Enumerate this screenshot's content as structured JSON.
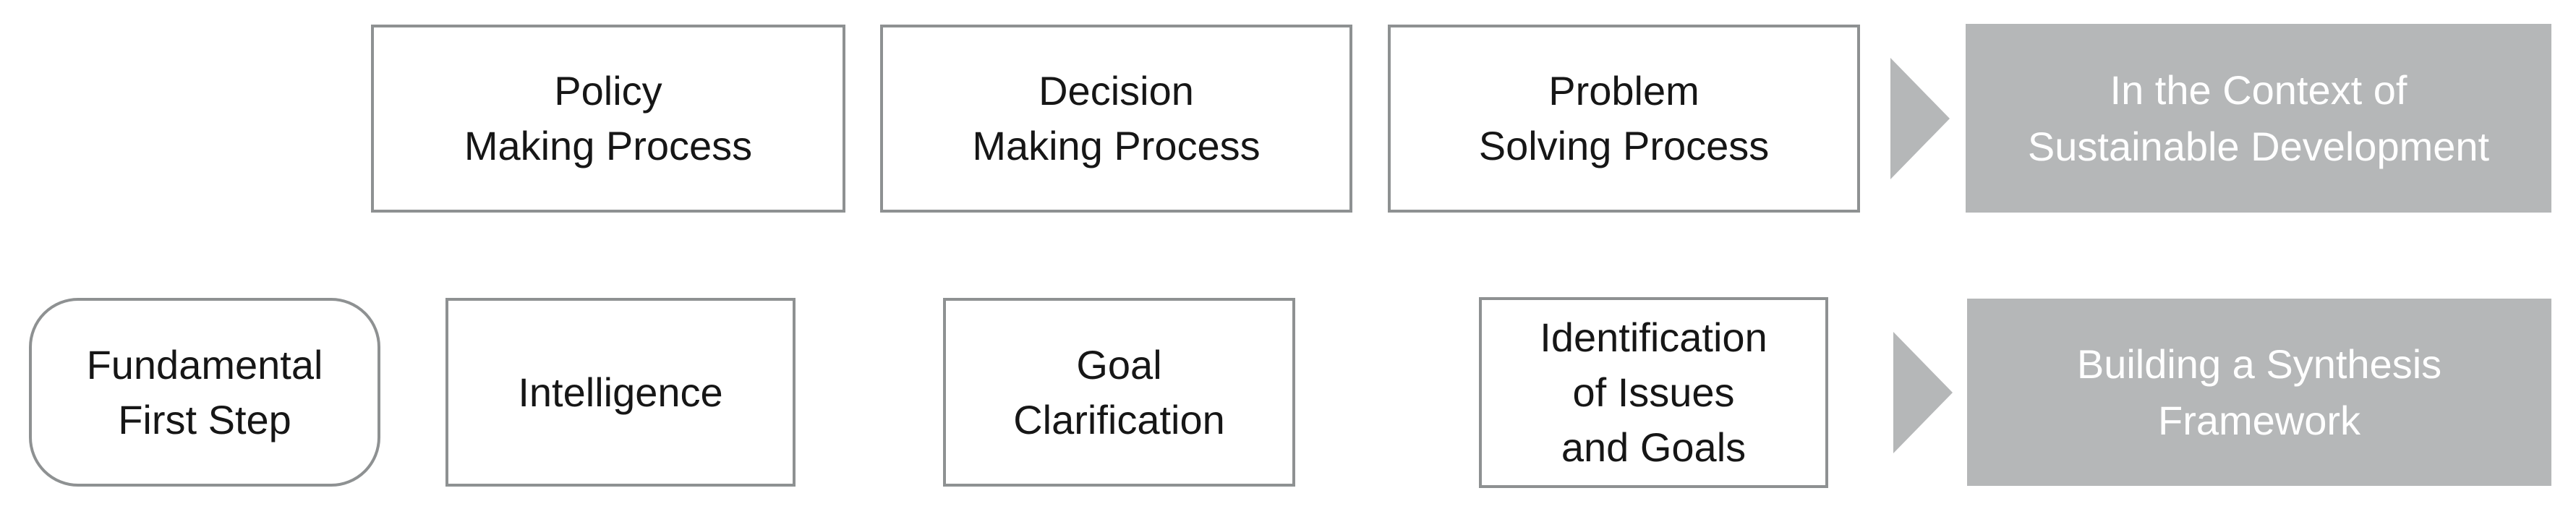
{
  "rows": [
    {
      "name": "process-row",
      "boxes": [
        {
          "label": "Policy\nMaking Process"
        },
        {
          "label": "Decision\nMaking Process"
        },
        {
          "label": "Problem\nSolving Process"
        }
      ],
      "arrow_icon": "arrow-right-icon",
      "result": {
        "label": "In the Context of\nSustainable Development"
      }
    },
    {
      "name": "first-step-row",
      "lead": {
        "label": "Fundamental\nFirst Step"
      },
      "boxes": [
        {
          "label": "Intelligence"
        },
        {
          "label": "Goal\nClarification"
        },
        {
          "label": "Identification\nof Issues\nand Goals"
        }
      ],
      "arrow_icon": "arrow-right-icon",
      "result": {
        "label": "Building a Synthesis\nFramework"
      }
    }
  ],
  "colors": {
    "box_border": "#8e9192",
    "result_fill": "#b5b7b8",
    "box_text": "#161616",
    "result_text": "#ffffff",
    "background": "#ffffff"
  }
}
